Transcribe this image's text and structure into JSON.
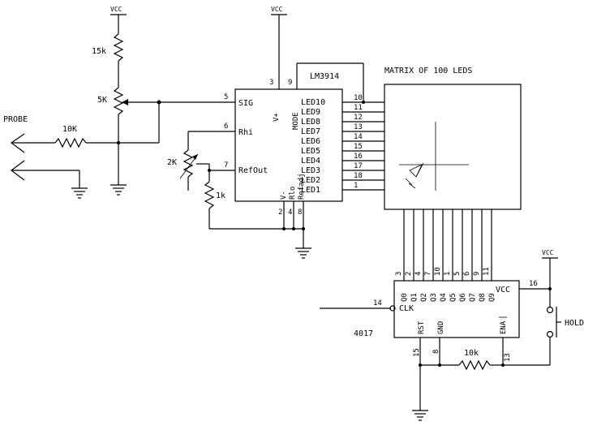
{
  "power": {
    "vcc_1": "VCC",
    "vcc_2": "VCC",
    "vcc_3": "VCC"
  },
  "labels": {
    "probe": "PROBE",
    "r_probe": "10K",
    "r_top": "15k",
    "pot_5k": "5K",
    "pot_2k": "2K",
    "r_1k": "1k",
    "r_10k": "10k",
    "matrix": "MATRIX OF 100 LEDS",
    "hold": "HOLD"
  },
  "lm3914": {
    "name": "LM3914",
    "pins_left": [
      {
        "num": "5",
        "name": "SIG"
      },
      {
        "num": "6",
        "name": "Rhi"
      },
      {
        "num": "7",
        "name": "RefOut"
      }
    ],
    "top_pins": [
      "3",
      "9"
    ],
    "top_names": [
      "V+",
      "MODE"
    ],
    "bottom_pins": [
      "2",
      "4",
      "8"
    ],
    "bottom_names": [
      "V-",
      "Rlo",
      "Refadj"
    ],
    "led_outputs": [
      {
        "name": "LED10",
        "num": "10"
      },
      {
        "name": "LED9",
        "num": "11"
      },
      {
        "name": "LED8",
        "num": "12"
      },
      {
        "name": "LED7",
        "num": "13"
      },
      {
        "name": "LED6",
        "num": "14"
      },
      {
        "name": "LED5",
        "num": "15"
      },
      {
        "name": "LED4",
        "num": "16"
      },
      {
        "name": "LED3",
        "num": "17"
      },
      {
        "name": "LED2",
        "num": "18"
      },
      {
        "name": "LED1",
        "num": "1"
      }
    ]
  },
  "cd4017": {
    "name": "4017",
    "top_pins": [
      "3",
      "2",
      "4",
      "7",
      "10",
      "1",
      "5",
      "6",
      "9",
      "11"
    ],
    "top_names": [
      "Q0",
      "Q1",
      "Q2",
      "Q3",
      "Q4",
      "Q5",
      "Q6",
      "Q7",
      "Q8",
      "Q9"
    ],
    "vcc_name": "VCC",
    "vcc_pin": "16",
    "clk_name": "CLK",
    "clk_pin": "14",
    "rst_name": "RST",
    "rst_pin": "15",
    "gnd_name": "GND",
    "gnd_pin": "8",
    "ena_name": "ENA",
    "ena_pin": "13"
  }
}
